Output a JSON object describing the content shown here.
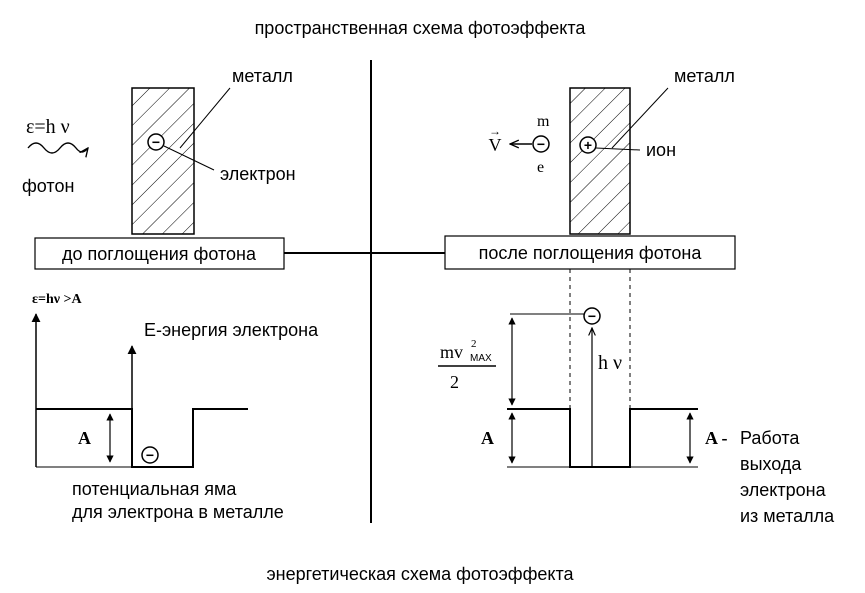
{
  "top_title": "пространственная схема фотоэффекта",
  "bottom_title": "энергетическая схема фотоэффекта",
  "left_panel": {
    "metal_label": "металл",
    "photon_formula": "ε=h ν",
    "photon_label": "фотон",
    "electron_label": "электрон",
    "electron_sign": "−",
    "state_label": "до поглощения фотона"
  },
  "right_panel": {
    "metal_label": "металл",
    "mass_label": "m",
    "charge_label": "e",
    "velocity_label": "V",
    "velocity_arrow_glyph": "→",
    "ion_label": "ион",
    "ion_sign": "+",
    "electron_sign": "−",
    "state_label": "после поглощения фотона"
  },
  "left_energy": {
    "condition": "ε=hν >A",
    "axis_label": "E-энергия электрона",
    "work_label": "A",
    "electron_sign": "−",
    "caption_line1": "потенциальная яма",
    "caption_line2": "для электрона в металле"
  },
  "right_energy": {
    "kinetic_numerator": "mv",
    "kinetic_exponent": "2",
    "kinetic_subscript": "MAX",
    "kinetic_denominator": "2",
    "photon_energy": "h ν",
    "work_label_left": "A",
    "work_label_right": "A -",
    "electron_sign": "−",
    "definition_line1": "Работа",
    "definition_line2": "выхода",
    "definition_line3": "электрона",
    "definition_line4": "из металла"
  }
}
